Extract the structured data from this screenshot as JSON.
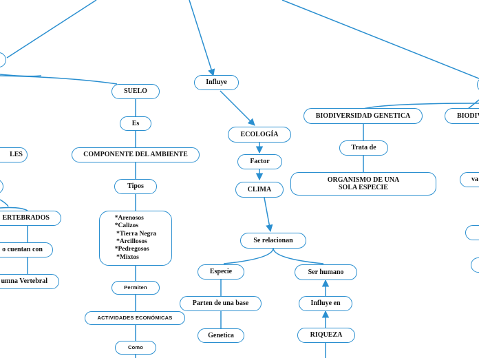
{
  "theme": {
    "line_color": "#2a8fd0",
    "text_color": "#111111",
    "background": "#ffffff"
  },
  "nodes": {
    "suelo": "SUELO",
    "es": "Es",
    "componente": "COMPONENTE DEL AMBIENTE",
    "tipos": "Tipos",
    "tipos_list": "*Arenosos\n*Calizos\n *Tierra Negra\n *Arcillosos\n*Pedregosos\n *Mixtos",
    "permiten": "Permiten",
    "actividades": "ACTIVIDADES ECONÓMICAS",
    "como": "Como",
    "influye": "Influye",
    "ecologia": "ECOLOGÍA",
    "factor": "Factor",
    "clima": "CLIMA",
    "se_relacionan": "Se relacionan",
    "especie": "Especie",
    "parten": "Parten de una base",
    "genetica": "Genetica",
    "ser_humano": "Ser humano",
    "influye_en": "Influye en",
    "riqueza": "RIQUEZA",
    "biodiversidad_genetica": "BIODIVERSIDAD GENETICA",
    "trata_de": "Trata de",
    "organismo": "ORGANISMO DE UNA SOLA ESPECIE",
    "biodiv_partial": "BIODIV",
    "les_partial": "LES",
    "vertebrados_partial": "ERTEBRADOS",
    "cuentan_partial": "o cuentan con",
    "columna_partial": "umna Vertebral",
    "va_partial": "va"
  }
}
